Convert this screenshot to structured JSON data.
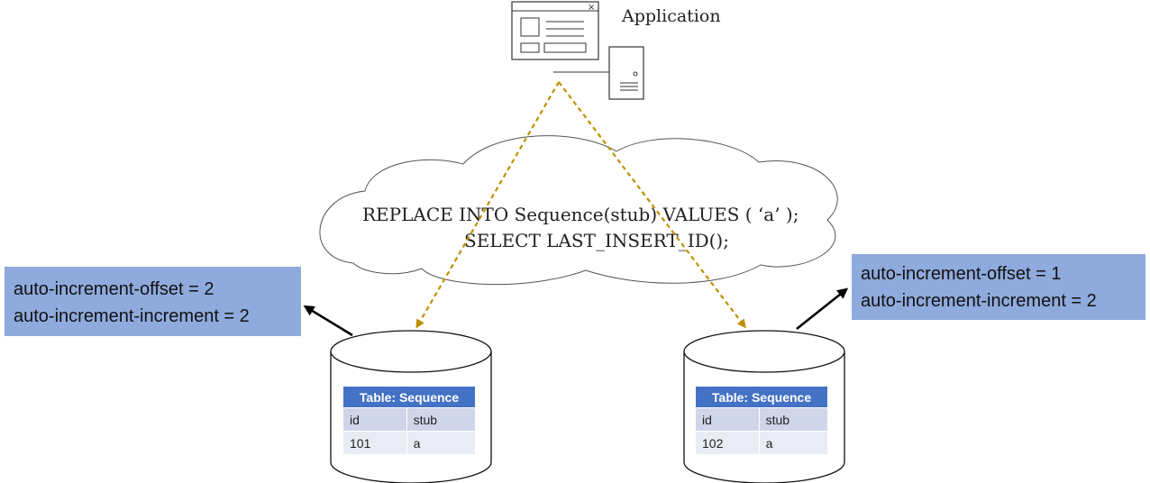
{
  "application": {
    "label": "Application",
    "icon": "application-server-icon"
  },
  "cloud": {
    "lines": [
      "REPLACE INTO Sequence(stub) VALUES ( ‘a’ );",
      "SELECT LAST_INSERT_ID();"
    ]
  },
  "left_config": {
    "lines": [
      "auto-increment-offset = 2",
      "auto-increment-increment = 2"
    ]
  },
  "right_config": {
    "lines": [
      "auto-increment-offset = 1",
      "auto-increment-increment = 2"
    ]
  },
  "left_db": {
    "table_title": "Table: Sequence",
    "columns": [
      "id",
      "stub"
    ],
    "rows": [
      [
        "101",
        "a"
      ]
    ]
  },
  "right_db": {
    "table_title": "Table: Sequence",
    "columns": [
      "id",
      "stub"
    ],
    "rows": [
      [
        "102",
        "a"
      ]
    ]
  },
  "colors": {
    "dashed_arrow": "#bf9000",
    "config_box": "#8faadc",
    "table_header": "#4472c4",
    "column_header": "#cfd6ea",
    "row": "#e9ecf5"
  }
}
